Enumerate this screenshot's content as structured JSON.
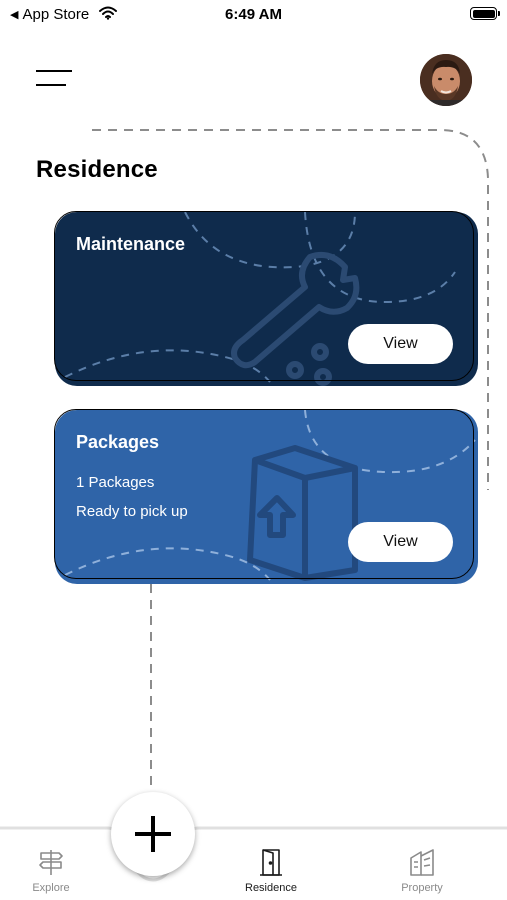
{
  "status_bar": {
    "back_label": "App Store",
    "time": "6:49 AM"
  },
  "page": {
    "title": "Residence"
  },
  "cards": {
    "maintenance": {
      "title": "Maintenance",
      "button_label": "View",
      "icon": "wrench-icon",
      "color": "#0f2b4c"
    },
    "packages": {
      "title": "Packages",
      "count_text": "1 Packages",
      "status_text": "Ready to pick up",
      "button_label": "View",
      "icon": "package-icon",
      "color": "#2f64a8"
    }
  },
  "tab_bar": {
    "add_icon": "plus-icon",
    "tabs": [
      {
        "label": "Explore",
        "icon": "signpost-icon",
        "active": false
      },
      {
        "label": "Residence",
        "icon": "door-icon",
        "active": true
      },
      {
        "label": "Property",
        "icon": "building-icon",
        "active": false
      }
    ]
  }
}
